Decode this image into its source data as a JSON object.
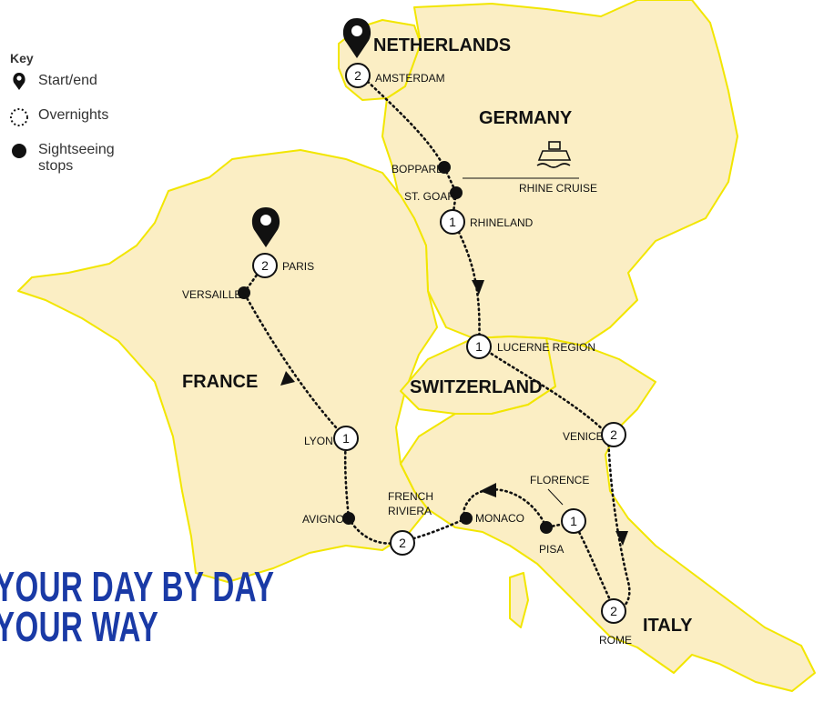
{
  "key": {
    "title": "Key",
    "start_end": "Start/end",
    "overnights": "Overnights",
    "sightseeing": "Sightseeing stops"
  },
  "headline": {
    "line1": "YOUR DAY BY DAY",
    "line2": "YOUR WAY"
  },
  "countries": {
    "netherlands": "NETHERLANDS",
    "germany": "GERMANY",
    "france": "FRANCE",
    "switzerland": "SWITZERLAND",
    "italy": "ITALY"
  },
  "places": {
    "amsterdam": "AMSTERDAM",
    "boppard": "BOPPARD",
    "st_goar": "ST. GOAR",
    "rhine_cruise": "RHINE CRUISE",
    "rhineland": "RHINELAND",
    "paris": "PARIS",
    "versailles": "VERSAILLES",
    "lucerne": "LUCERNE REGION",
    "venice": "VENICE",
    "lyon": "LYON",
    "avignon": "AVIGNON",
    "french_riviera_1": "FRENCH",
    "french_riviera_2": "RIVIERA",
    "monaco": "MONACO",
    "florence": "FLORENCE",
    "pisa": "PISA",
    "rome": "ROME"
  },
  "overnights": {
    "amsterdam": "2",
    "rhineland": "1",
    "paris": "2",
    "lucerne": "1",
    "venice": "2",
    "lyon": "1",
    "riviera": "2",
    "florence": "1",
    "rome": "2"
  },
  "colors": {
    "land": "#fbeec4",
    "border": "#f2e600",
    "headline": "#1a3aa6",
    "route": "#111111"
  }
}
